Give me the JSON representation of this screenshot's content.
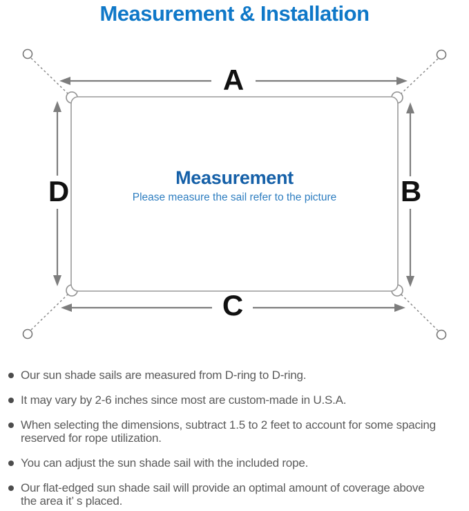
{
  "title": "Measurement & Installation",
  "diagram": {
    "labels": {
      "top": "A",
      "right": "B",
      "bottom": "C",
      "left": "D"
    },
    "center_heading": "Measurement",
    "center_subheading": "Please measure the sail refer to the picture"
  },
  "colors": {
    "title_blue": "#0f78c8",
    "center_heading_blue": "#1560a8",
    "center_subheading_blue": "#2d7dc0",
    "diagram_line_gray": "#7d7d7d",
    "sail_outline_gray": "#9a9a9a",
    "label_black": "#111111",
    "note_text_gray": "#5a5a5a"
  },
  "bullets": [
    {
      "lines": [
        "Our sun shade sails are measured from D-ring to D-ring."
      ]
    },
    {
      "lines": [
        "It may vary by 2-6 inches since most are custom-made in U.S.A."
      ]
    },
    {
      "lines": [
        "When selecting the dimensions, subtract 1.5 to 2 feet to account for some spacing",
        "reserved for rope utilization."
      ]
    },
    {
      "lines": [
        "You can adjust the sun shade sail with the included rope."
      ]
    },
    {
      "lines": [
        "Our flat-edged sun shade sail will provide an optimal amount of coverage above",
        "the area it’ s placed."
      ]
    }
  ]
}
